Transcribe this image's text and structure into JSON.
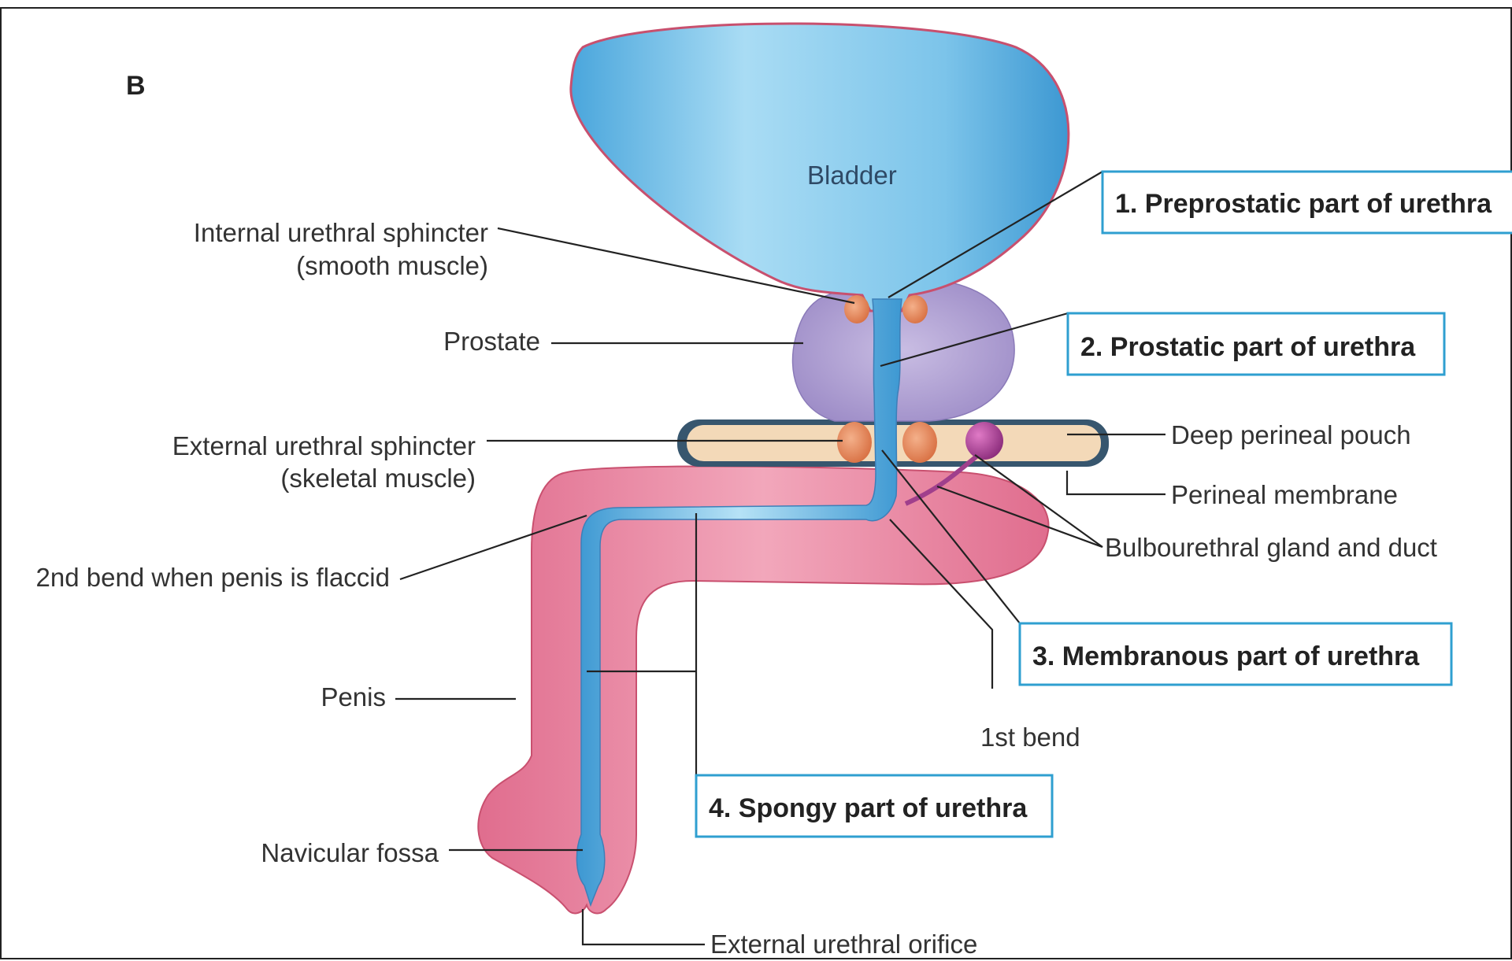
{
  "panel_letter": "B",
  "organ_label": "Bladder",
  "labels": {
    "internal_sphincter_1": "Internal urethral sphincter",
    "internal_sphincter_2": "(smooth muscle)",
    "prostate": "Prostate",
    "external_sphincter_1": "External urethral sphincter",
    "external_sphincter_2": "(skeletal muscle)",
    "second_bend": "2nd bend when penis is flaccid",
    "penis": "Penis",
    "navicular_fossa": "Navicular fossa",
    "external_orifice": "External urethral orifice",
    "deep_pouch": "Deep perineal pouch",
    "perineal_membrane": "Perineal membrane",
    "bulbourethral": "Bulbourethral gland and duct",
    "first_bend": "1st bend"
  },
  "parts": [
    "1. Preprostatic part of urethra",
    "2. Prostatic part of urethra",
    "3. Membranous part of urethra",
    "4. Spongy part of urethra"
  ],
  "colors": {
    "bladder": "#7cc4ea",
    "bladder_outline": "#c8506e",
    "prostate": "#b6a6d6",
    "penis": "#e8829e",
    "membrane": "#f3d9b8",
    "sphincter": "#e88a5a",
    "gland": "#b04a9c",
    "box_border": "#2f9fd0"
  }
}
